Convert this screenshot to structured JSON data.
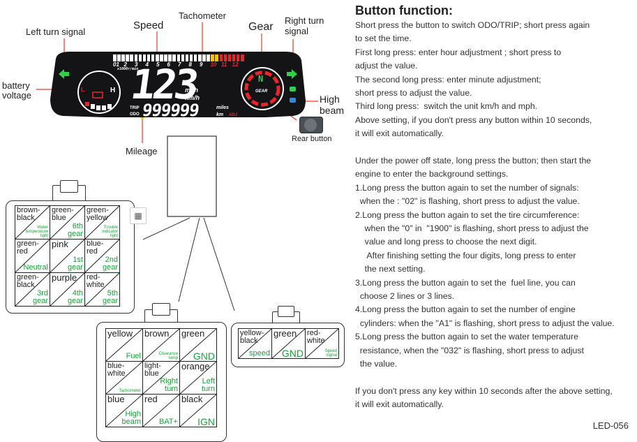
{
  "callouts": {
    "left_turn": "Left turn signal",
    "speed": "Speed",
    "tachometer": "Tachometer",
    "gear": "Gear",
    "right_turn": "Right turn\nsignal",
    "battery": "battery\nvoltage",
    "high_beam": "High\nbeam",
    "rear_button": "Rear button",
    "mileage": "Mileage"
  },
  "dashboard": {
    "rpm_ticks": [
      "01",
      "2",
      "3",
      "4",
      "5",
      "6",
      "7",
      "8",
      "9",
      "10",
      "11",
      "12"
    ],
    "rpm_unit": "x1000r/min",
    "speed_value": "123",
    "speed_unit_mph": "mph",
    "speed_unit_kmh": "km/h",
    "trip_label": "TRIP",
    "odo_label": "ODO",
    "mileage_value": "999999",
    "mileage_unit_miles": "miles",
    "mileage_unit_km": "km",
    "adj_label": "ADJ",
    "gear_value": "N",
    "gear_label": "GEAR",
    "battery_h": "H",
    "battery_l": "L",
    "colors": {
      "screen": "#141416",
      "accent_red": "#e8262a",
      "accent_green": "#2fd14a",
      "accent_yellow": "#f2c313",
      "accent_blue": "#2b8be0"
    }
  },
  "connectors": {
    "a": {
      "rows": [
        [
          {
            "wire": "brown-\nblack",
            "fn": "Water\ntemperature\nlight",
            "small": true
          },
          {
            "wire": "green-\nblue",
            "fn": "6th\ngear"
          },
          {
            "wire": "green-\nyellow",
            "fn": "Trouble\nindicator\nlight",
            "small": true
          }
        ],
        [
          {
            "wire": "green-\nred",
            "fn": "Neutral"
          },
          {
            "wire": "pink",
            "fn": "1st\ngear"
          },
          {
            "wire": "blue-\nred",
            "fn": "2nd\ngear"
          }
        ],
        [
          {
            "wire": "green-\nblack",
            "fn": "3rd\ngear"
          },
          {
            "wire": "purple",
            "fn": "4th\ngear"
          },
          {
            "wire": "red-\nwhite",
            "fn": "5th\ngear"
          }
        ]
      ]
    },
    "b": {
      "rows": [
        [
          {
            "wire": "yellow",
            "fn": "Fuel"
          },
          {
            "wire": "brown",
            "fn": "Clearance\nlamp",
            "small": true
          },
          {
            "wire": "green",
            "fn": "GND"
          }
        ],
        [
          {
            "wire": "blue-\nwhite",
            "fn": "Tachometer",
            "small": true
          },
          {
            "wire": "light-\nblue",
            "fn": "Right\nturn"
          },
          {
            "wire": "orange",
            "fn": "Left\nturn"
          }
        ],
        [
          {
            "wire": "blue",
            "fn": "High\nbeam"
          },
          {
            "wire": "red",
            "fn": "BAT+"
          },
          {
            "wire": "black",
            "fn": "IGN"
          }
        ]
      ]
    },
    "c": {
      "rows": [
        [
          {
            "wire": "yellow-\nblack",
            "fn": "speed"
          },
          {
            "wire": "green",
            "fn": "GND"
          },
          {
            "wire": "red-\nwhite",
            "fn": "Speed\nsignal",
            "small": true
          }
        ]
      ]
    }
  },
  "instructions": {
    "heading": "Button function:",
    "lines": [
      "Short press the button to switch ODO/TRIP; short press again",
      "to set the time.",
      "First long press: enter hour adjustment ; short press to",
      "adjust the value.",
      "The second long press: enter minute adjustment;",
      "short press to adjust the value.",
      "Third long press:  switch the unit km/h and mph.",
      "Above setting, if you don't press any button within 10 seconds,",
      "it will exit automatically.",
      "",
      "Under the power off state, long press the button; then start the",
      "engine to enter the background settings.",
      "1.Long press the button again to set the number of signals:",
      "  when the : \"02\" is flashing, short press to adjust the value.",
      "2.Long press the button again to set the tire circumference:",
      "    when the \"0\" in  \"1900\" is flashing, short press to adjust the",
      "    value and long press to choose the next digit.",
      "     After finishing setting the four digits, long press to enter",
      "    the next setting.",
      "3.Long press the button again to set the  fuel line, you can",
      "  choose 2 lines or 3 lines.",
      "4.Long press the button again to set the number of engine",
      "  cylinders: when the \"A1\" is flashing, short press to adjust the value.",
      "5.Long press the button again to set the water temperature",
      "  resistance, when the \"032\" is flashing, short press to adjust",
      "  the value.",
      "",
      "If you don't press any key within 10 seconds after the above setting,",
      "it will exit automatically."
    ],
    "model": "LED-056"
  }
}
